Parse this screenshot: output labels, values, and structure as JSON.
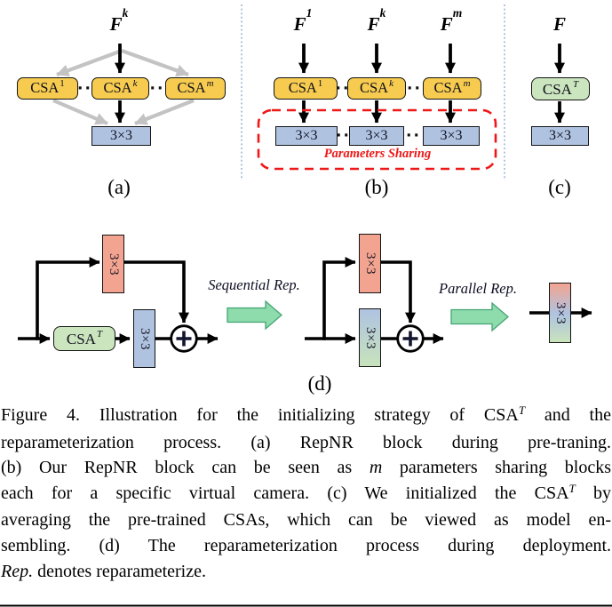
{
  "figure": {
    "panels": {
      "a": {
        "label": "(a)",
        "input": {
          "base": "F",
          "sup": "k"
        },
        "csa_boxes": [
          {
            "base": "CSA",
            "sup": "1"
          },
          {
            "base": "CSA",
            "sup": "k"
          },
          {
            "base": "CSA",
            "sup": "m"
          }
        ],
        "conv_label": "3×3",
        "dots": "··"
      },
      "b": {
        "label": "(b)",
        "inputs": [
          {
            "base": "F",
            "sup": "1"
          },
          {
            "base": "F",
            "sup": "k"
          },
          {
            "base": "F",
            "sup": "m"
          }
        ],
        "csa_boxes": [
          {
            "base": "CSA",
            "sup": "1"
          },
          {
            "base": "CSA",
            "sup": "k"
          },
          {
            "base": "CSA",
            "sup": "m"
          }
        ],
        "conv_boxes": [
          "3×3",
          "3×3",
          "3×3"
        ],
        "dots": "··",
        "sharing_label": "Parameters Sharing"
      },
      "c": {
        "label": "(c)",
        "input": {
          "base": "F",
          "sup": ""
        },
        "csa_box": {
          "base": "CSA",
          "sup": "T"
        },
        "conv_label": "3×3"
      },
      "d": {
        "label": "(d)",
        "seq_label": "Sequential Rep.",
        "par_label": "Parallel Rep.",
        "left": {
          "conv_top": "3×3",
          "csa": {
            "base": "CSA",
            "sup": "T"
          },
          "conv_bottom": "3×3"
        },
        "middle": {
          "conv_top": "3×3",
          "conv_bottom": "3×3"
        },
        "right": {
          "conv": "3×3"
        }
      }
    },
    "icons": {
      "sum_node": "⊕",
      "rep_arrow": "➡"
    },
    "colors": {
      "csa_yellow": "#F6CB4F",
      "conv_blue": "#AFC3E1",
      "csa_t_green": "#CBE5BE",
      "conv_red": "#F2A491",
      "rep_arrow_green": "#8EDCAB",
      "sharing_red": "#EE1818",
      "divider_blue": "#93ACCC",
      "gray_arrow": "#C3C3C3"
    }
  },
  "caption": {
    "lines": [
      {
        "segs": [
          {
            "t": "Figure 4.  Illustration for the initializing strategy of CSA"
          },
          {
            "t": "T"
          },
          {
            "t": " and the"
          }
        ]
      },
      {
        "segs": [
          {
            "t": "reparameterization process. (a) RepNR block during pre-traning."
          }
        ]
      },
      {
        "segs": [
          {
            "t": "(b) Our RepNR block can be seen as "
          },
          {
            "t": "m"
          },
          {
            "t": " parameters sharing blocks"
          }
        ]
      },
      {
        "segs": [
          {
            "t": "each for a specific virtual camera. (c) We initialized the CSA"
          },
          {
            "t": "T"
          },
          {
            "t": " by"
          }
        ]
      },
      {
        "segs": [
          {
            "t": "averaging the pre-trained CSAs, which can be viewed as model en-"
          }
        ]
      },
      {
        "segs": [
          {
            "t": "sembling. (d) The reparameterization process during deployment."
          }
        ]
      },
      {
        "segs": [
          {
            "t": "Rep."
          },
          {
            "t": " denotes reparameterize."
          }
        ]
      }
    ]
  }
}
